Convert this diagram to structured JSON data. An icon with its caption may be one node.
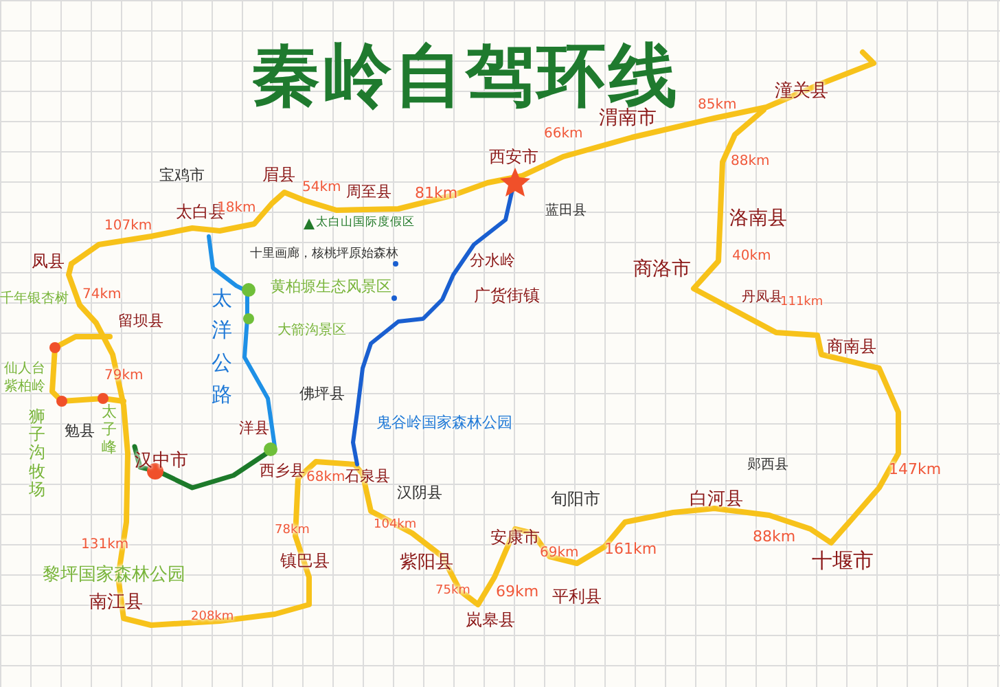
{
  "diagram": {
    "title": "秦岭自驾环线",
    "labels": [
      "85km",
      "潼关县",
      "渭南市",
      "66km",
      "西安市",
      "宝鸡市",
      "眉县",
      "88km",
      "周至县",
      "81km",
      "54km",
      "太白县",
      "18km",
      "蓝田县",
      "107km",
      "太白山国际度假区",
      "十里画廊，核桃坪原始森林",
      "凤县",
      "分水岭",
      "洛南县",
      "40km",
      "黄柏塬生态风景区",
      "商洛市",
      "千年银杏树",
      "74km",
      "广货街镇",
      "丹凤县",
      "111km",
      "留坝县",
      "太洋公路",
      "大箭沟景区",
      "商南县",
      "仙人台紫柏岭",
      "79km",
      "佛坪县",
      "狮子沟牧场",
      "太子峰",
      "鬼谷岭国家森林公园",
      "勉县",
      "洋县",
      "汉中市",
      "西乡县",
      "68km",
      "石泉县",
      "郧西县",
      "汉阴县",
      "147km",
      "旬阳市",
      "白河县",
      "104km",
      "78km",
      "安康市",
      "69km",
      "161km",
      "88km",
      "131km",
      "镇巴县",
      "紫阳县",
      "十堰市",
      "黎坪国家森林公园",
      "南江县",
      "75km",
      "69km",
      "平利县",
      "岚皋县",
      "208km"
    ]
  }
}
